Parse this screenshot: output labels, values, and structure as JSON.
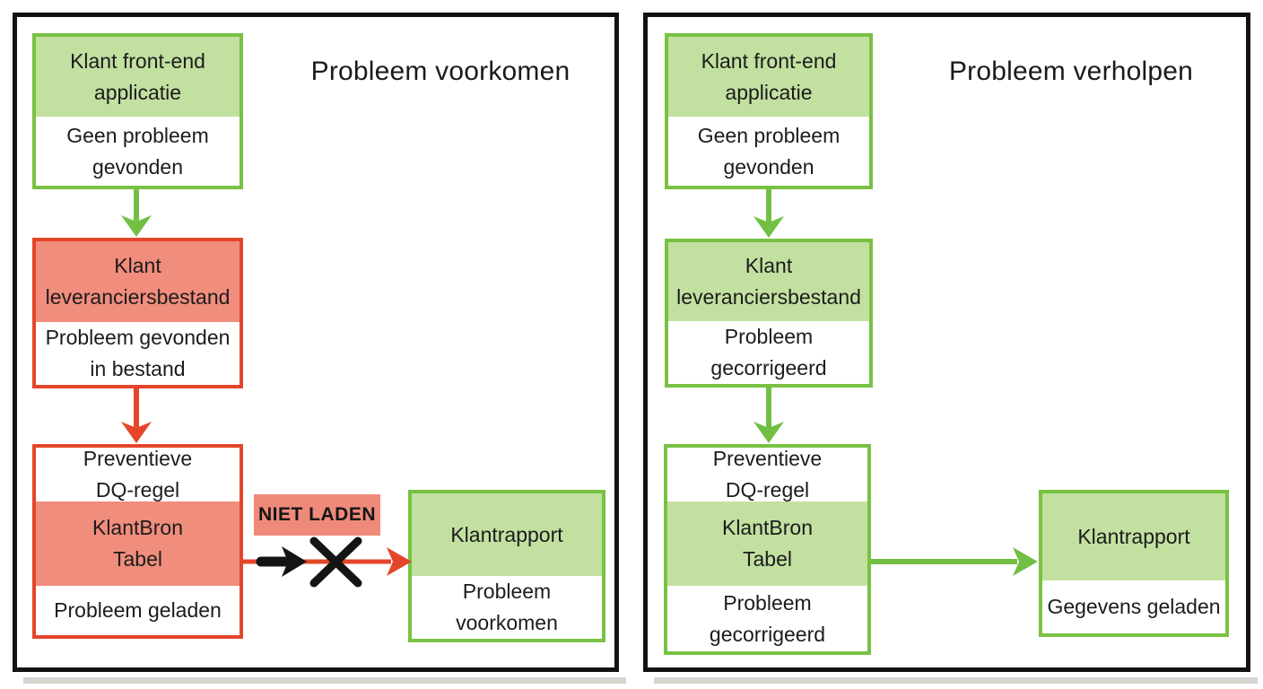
{
  "colors": {
    "green_border": "#79c143",
    "green_fill": "#c2e0a0",
    "red_border": "#e4452a",
    "red_fill": "#f08d7c",
    "panel_border": "#121212",
    "text": "#1c1c1c"
  },
  "panels": [
    {
      "title": "Probleem voorkomen",
      "badge": "NIET LADEN",
      "boxes": [
        {
          "sections": [
            {
              "tone": "green",
              "text": [
                "Klant front-end",
                "applicatie"
              ]
            },
            {
              "tone": "white",
              "text": [
                "Geen probleem",
                "gevonden"
              ]
            }
          ]
        },
        {
          "sections": [
            {
              "tone": "red",
              "text": [
                "Klant",
                "leveranciersbestand"
              ]
            },
            {
              "tone": "white",
              "text": [
                "Probleem gevonden",
                "in bestand"
              ]
            }
          ]
        },
        {
          "sections": [
            {
              "tone": "white",
              "text": [
                "Preventieve",
                "DQ-regel"
              ]
            },
            {
              "tone": "red",
              "text": [
                "KlantBron",
                "Tabel"
              ]
            },
            {
              "tone": "white",
              "text": [
                "Probleem geladen"
              ]
            }
          ]
        },
        {
          "sections": [
            {
              "tone": "green",
              "text": [
                "Klantrapport"
              ]
            },
            {
              "tone": "white",
              "text": [
                "Probleem",
                "voorkomen"
              ]
            }
          ]
        }
      ]
    },
    {
      "title": "Probleem verholpen",
      "boxes": [
        {
          "sections": [
            {
              "tone": "green",
              "text": [
                "Klant front-end",
                "applicatie"
              ]
            },
            {
              "tone": "white",
              "text": [
                "Geen probleem",
                "gevonden"
              ]
            }
          ]
        },
        {
          "sections": [
            {
              "tone": "green",
              "text": [
                "Klant",
                "leveranciersbestand"
              ]
            },
            {
              "tone": "white",
              "text": [
                "Probleem",
                "gecorrigeerd"
              ]
            }
          ]
        },
        {
          "sections": [
            {
              "tone": "white",
              "text": [
                "Preventieve",
                "DQ-regel"
              ]
            },
            {
              "tone": "green",
              "text": [
                "KlantBron",
                "Tabel"
              ]
            },
            {
              "tone": "white",
              "text": [
                "Probleem",
                "gecorrigeerd"
              ]
            }
          ]
        },
        {
          "sections": [
            {
              "tone": "green",
              "text": [
                "Klantrapport"
              ]
            },
            {
              "tone": "white",
              "text": [
                "Gegevens geladen"
              ]
            }
          ]
        }
      ]
    }
  ]
}
